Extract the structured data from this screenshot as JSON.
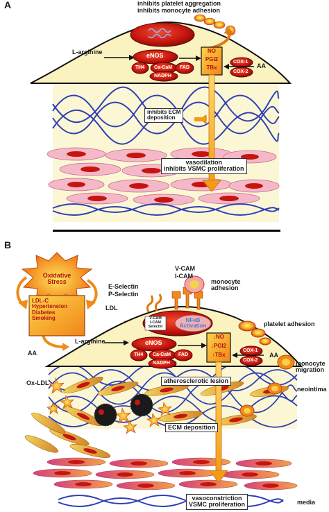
{
  "colors": {
    "cell_fill": "#faf3c0",
    "tissue_fill": "#fbf7d5",
    "collagen": "#2f3fb5",
    "red_fill": "#d11a10",
    "orange": "#f08a18",
    "pink_cell": "#f5b8c8",
    "smc_gold": "#e8b830"
  },
  "panel_a": {
    "letter": "A",
    "label_inhibits_platelet": "inhibits platelet aggregation",
    "label_inhibits_monocyte": "inhibits monocyte adhesion",
    "l_arginine": "L-arginine",
    "enos": "eNOS",
    "th4": "TH4",
    "ca_cam": "Ca-CaM",
    "fad": "FAD",
    "nadph": "NADPH",
    "no": "NO",
    "pgi2": "PGI2",
    "tbx": "TBx",
    "cox1": "COX-1",
    "cox2": "COX-2",
    "aa": "AA",
    "ecm_line1": "inhibits ECM",
    "ecm_line2": "deposition",
    "vaso_line1": "vasodilation",
    "vaso_line2": "inhibits VSMC proliferation"
  },
  "panel_b": {
    "letter": "B",
    "oxidative_line1": "Oxidative",
    "oxidative_line2": "Stress",
    "risk_factors": [
      "LDL-C",
      "Hypertension",
      "Diabetes",
      "Smoking"
    ],
    "aa_left": "AA",
    "e_selectin": "E-Selectin",
    "p_selectin": "P-Selectin",
    "ldl": "LDL",
    "v_cam": "V-CAM",
    "i_cam": "I-CAM",
    "monocyte_adhesion_1": "monocyte",
    "monocyte_adhesion_2": "adhesion",
    "nfkb_line1": "NFκB",
    "nfkb_line2": "Activation",
    "small_vcam": "V-CAM",
    "small_icam": "I-CAM",
    "small_selectin": "Selectin",
    "platelet_adhesion": "platelet adhesion",
    "l_arginine": "L-arginine",
    "enos": "eNOS",
    "th4": "TH4",
    "ca_cam": "Ca-CaM",
    "fad": "FAD",
    "nadph": "NADPH",
    "no": "↓NO",
    "pgi2": "↓PGI2",
    "tbx": "↑TBx",
    "cox1": "COX-1",
    "cox2": "COX-2",
    "aa_right": "AA",
    "monocyte_migration_1": "monocyte",
    "monocyte_migration_2": "migration",
    "ox_ldl": "Ox-LDL",
    "atherosclerotic": "atherosclerotic lesion",
    "neointima": "neointima",
    "ecm_deposition": "ECM deposition",
    "vasoconstriction": "vasoconstriction",
    "vsmc_proliferation": "VSMC proliferation",
    "media": "media"
  }
}
